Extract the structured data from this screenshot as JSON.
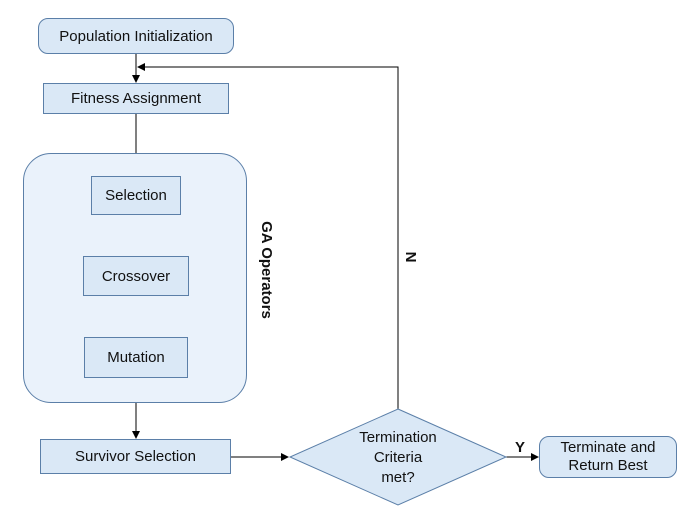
{
  "nodes": {
    "population_initialization": "Population Initialization",
    "fitness_assignment": "Fitness Assignment",
    "selection": "Selection",
    "crossover": "Crossover",
    "mutation": "Mutation",
    "survivor_selection": "Survivor Selection",
    "termination_line1": "Termination",
    "termination_line2": "Criteria",
    "termination_line3": "met?",
    "terminate_line1": "Terminate and",
    "terminate_line2": "Return Best"
  },
  "group_label": "GA Operators",
  "edge_labels": {
    "no": "N",
    "yes": "Y"
  },
  "colors": {
    "box_fill": "#dae8f6",
    "group_fill": "#eaf2fb",
    "border": "#5b7fa8",
    "arrow": "#000000"
  }
}
